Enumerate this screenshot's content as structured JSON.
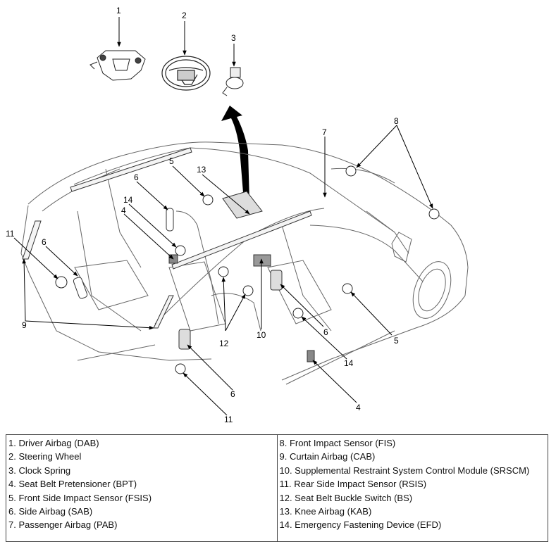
{
  "callouts": [
    "1",
    "2",
    "3",
    "4",
    "5",
    "6",
    "7",
    "8",
    "9",
    "10",
    "11",
    "12",
    "13",
    "14"
  ],
  "legend": {
    "left": [
      "1. Driver Airbag (DAB)",
      "2. Steering Wheel",
      "3. Clock Spring",
      "4. Seat Belt Pretensioner (BPT)",
      "5. Front Side Impact Sensor (FSIS)",
      "6. Side Airbag (SAB)",
      "7. Passenger Airbag (PAB)"
    ],
    "right": [
      "8. Front Impact Sensor (FIS)",
      "9. Curtain Airbag (CAB)",
      "10. Supplemental Restraint System Control Module (SRSCM)",
      "11. Rear Side Impact Sensor (RSIS)",
      "12. Seat Belt Buckle Switch (BS)",
      "13. Knee Airbag (KAB)",
      "14. Emergency Fastening Device (EFD)"
    ]
  }
}
